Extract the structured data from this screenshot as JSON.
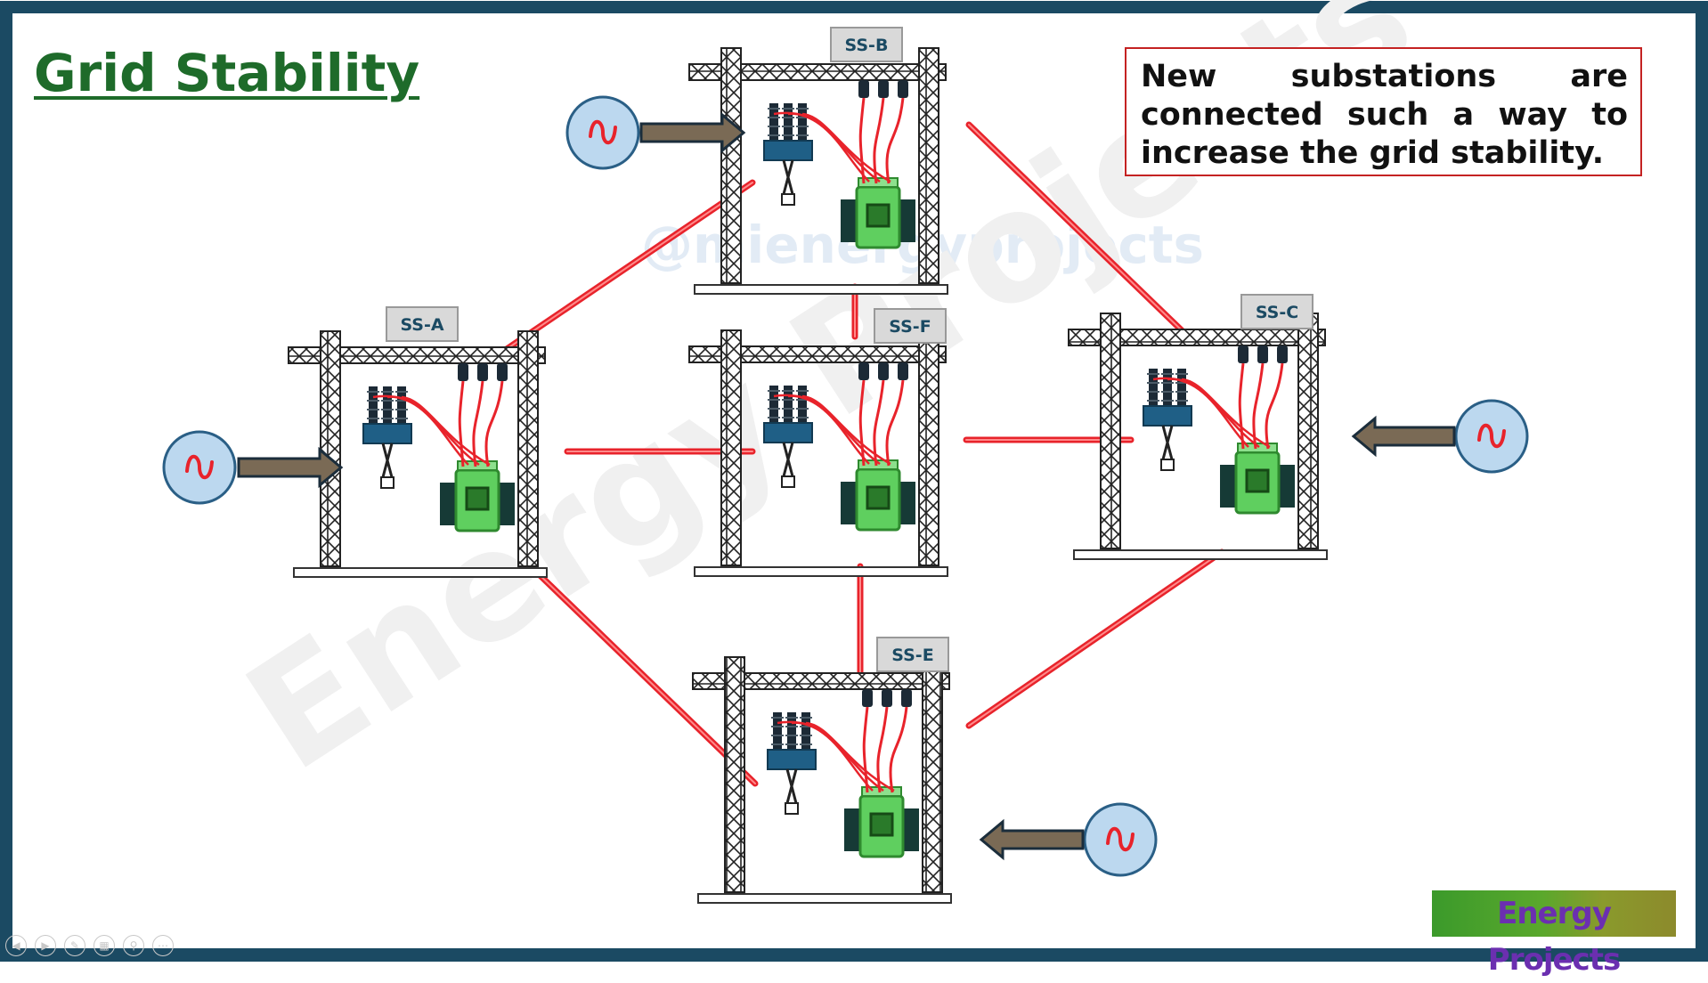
{
  "title": "Grid Stability",
  "note": "New substations are connected such a way to increase the grid stability.",
  "watermark": {
    "handle": "@mienergyprojects",
    "brand": "Energy Projects"
  },
  "logo": "Energy Projects",
  "substations": [
    {
      "id": "ss-a",
      "label": "SS-A"
    },
    {
      "id": "ss-b",
      "label": "SS-B"
    },
    {
      "id": "ss-c",
      "label": "SS-C"
    },
    {
      "id": "ss-f",
      "label": "SS-F"
    },
    {
      "id": "ss-e",
      "label": "SS-E"
    }
  ],
  "generator_symbol": "~",
  "colors": {
    "frame": "#1b4a63",
    "line": "#e8232b",
    "generator_fill": "#bcd8ef",
    "generator_stroke": "#2a5f86",
    "arrow": "#7a6a55",
    "transformer": "#5fcf5f",
    "title": "#1e6b2a"
  },
  "icons": [
    "generator-icon",
    "arrow-icon",
    "transformer-icon",
    "breaker-icon",
    "insulator-icon",
    "gantry-icon"
  ]
}
